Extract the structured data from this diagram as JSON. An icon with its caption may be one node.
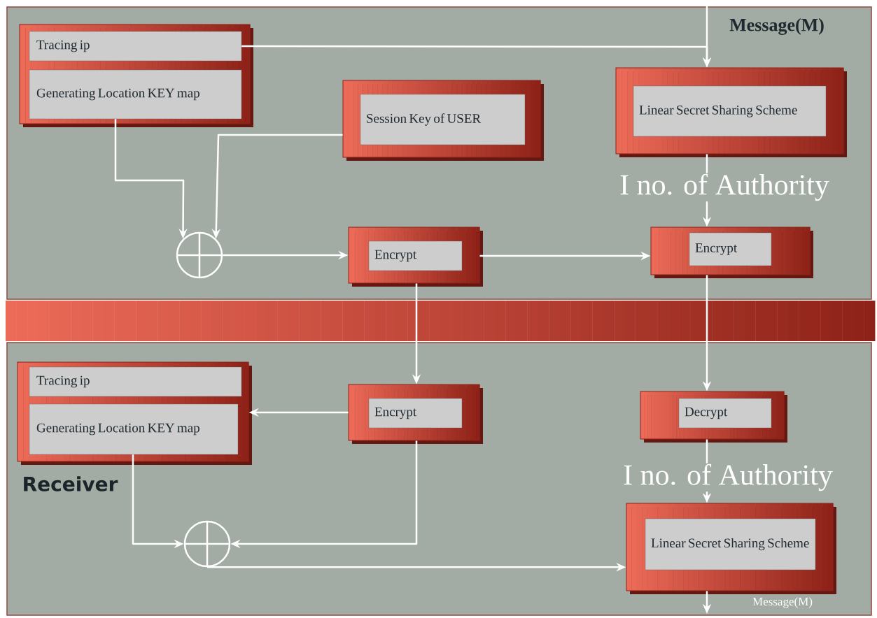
{
  "diagram": {
    "nodes": [
      {
        "text": [],
        "shape": "box"
      },
      {
        "text": [
          "Tracing ip"
        ],
        "in": 0
      },
      {
        "text": [
          "Generating Location KEY map"
        ],
        "in": 0
      },
      {
        "text": [
          "Session Key of USER"
        ]
      },
      {
        "text": [
          "Linear Secret Sharing Scheme"
        ]
      },
      {
        "text": [],
        "shape": "circle"
      },
      {
        "text": [
          "Encrypt"
        ]
      },
      {
        "text": [
          "Encrypt"
        ]
      },
      {
        "text": [],
        "shape": "box"
      },
      {
        "text": [
          "Tracing ip"
        ],
        "in": 8
      },
      {
        "text": [
          "Generating Location KEY map"
        ],
        "in": 8
      },
      {
        "text": [
          "Encrypt"
        ]
      },
      {
        "text": [
          "Decrypt"
        ]
      },
      {
        "text": [],
        "shape": "circle"
      },
      {
        "text": [
          "Linear Secret Sharing Scheme"
        ],
        "beside": [
          "Message(M)"
        ]
      }
    ],
    "edges": [
      {
        "from": 1,
        "to": 4,
        "arrow": "to"
      },
      {
        "from": null,
        "to": 4,
        "arrow": "to"
      },
      {
        "from": 2,
        "to": 5,
        "arrow": "to"
      },
      {
        "from": 3,
        "to": 5,
        "arrow": "to"
      },
      {
        "from": 5,
        "to": 6,
        "arrow": "to"
      },
      {
        "from": 6,
        "to": 7,
        "arrow": "to"
      },
      {
        "from": 4,
        "to": 7,
        "arrow": "to",
        "label": "I no. of Authority"
      },
      {
        "from": 6,
        "to": 11,
        "arrow": "to"
      },
      {
        "from": 7,
        "to": 12,
        "arrow": "to"
      },
      {
        "from": 11,
        "to": 8,
        "arrow": "to"
      },
      {
        "from": 10,
        "to": 13,
        "arrow": "to"
      },
      {
        "from": 11,
        "to": 13,
        "arrow": "to"
      },
      {
        "from": 12,
        "to": 14,
        "arrow": "to",
        "label": "I no. of Authority"
      },
      {
        "from": 13,
        "to": 14,
        "arrow": "to"
      },
      {
        "from": 14,
        "to": null,
        "arrow": "to"
      }
    ],
    "labels": [
      "Message(M)",
      "Receiver"
    ]
  }
}
